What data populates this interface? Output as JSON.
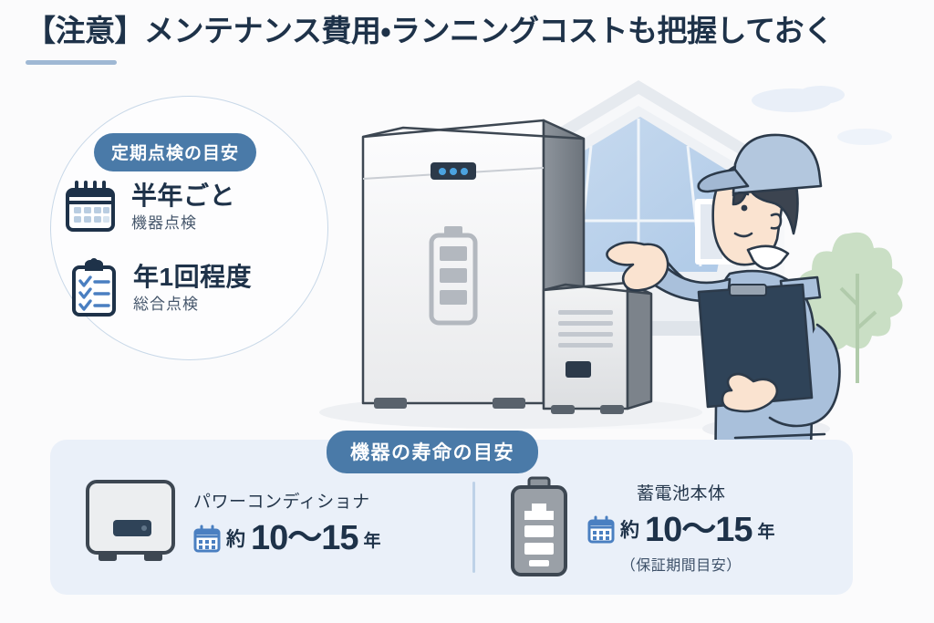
{
  "header": {
    "title": "【注意】メンテナンス費用・ランニングコストも把握しておく"
  },
  "inspection_panel": {
    "badge": "定期点検の目安",
    "items": [
      {
        "icon": "calendar-icon",
        "main": "半年ごと",
        "sub": "機器点検"
      },
      {
        "icon": "clipboard-check-icon",
        "main": "年1回程度",
        "sub": "総合点検"
      }
    ]
  },
  "lifespan_panel": {
    "badge": "機器の寿命の目安",
    "columns": [
      {
        "icon": "power-conditioner-icon",
        "label": "パワーコンディショナ",
        "approx": "約",
        "years": "10〜15",
        "unit": "年",
        "note": ""
      },
      {
        "icon": "battery-icon",
        "label": "蓄電池本体",
        "approx": "約",
        "years": "10〜15",
        "unit": "年",
        "note": "（保証期間目安）"
      }
    ]
  },
  "illustration": {
    "house": "house-with-solar-panels",
    "battery_cabinet": "storage-battery-cabinet",
    "small_unit": "outdoor-power-unit",
    "technician": "maintenance-technician-with-clipboard",
    "tree": "tree-shrub",
    "clouds": "cloud-shapes"
  },
  "colors": {
    "title": "#1e3249",
    "badge": "#4a7aa8",
    "panel_bg": "#eaf0f9",
    "accent_rule": "#9fb8d4",
    "icon_blue": "#4a7fc1",
    "tree_green": "#c5dcc0"
  }
}
